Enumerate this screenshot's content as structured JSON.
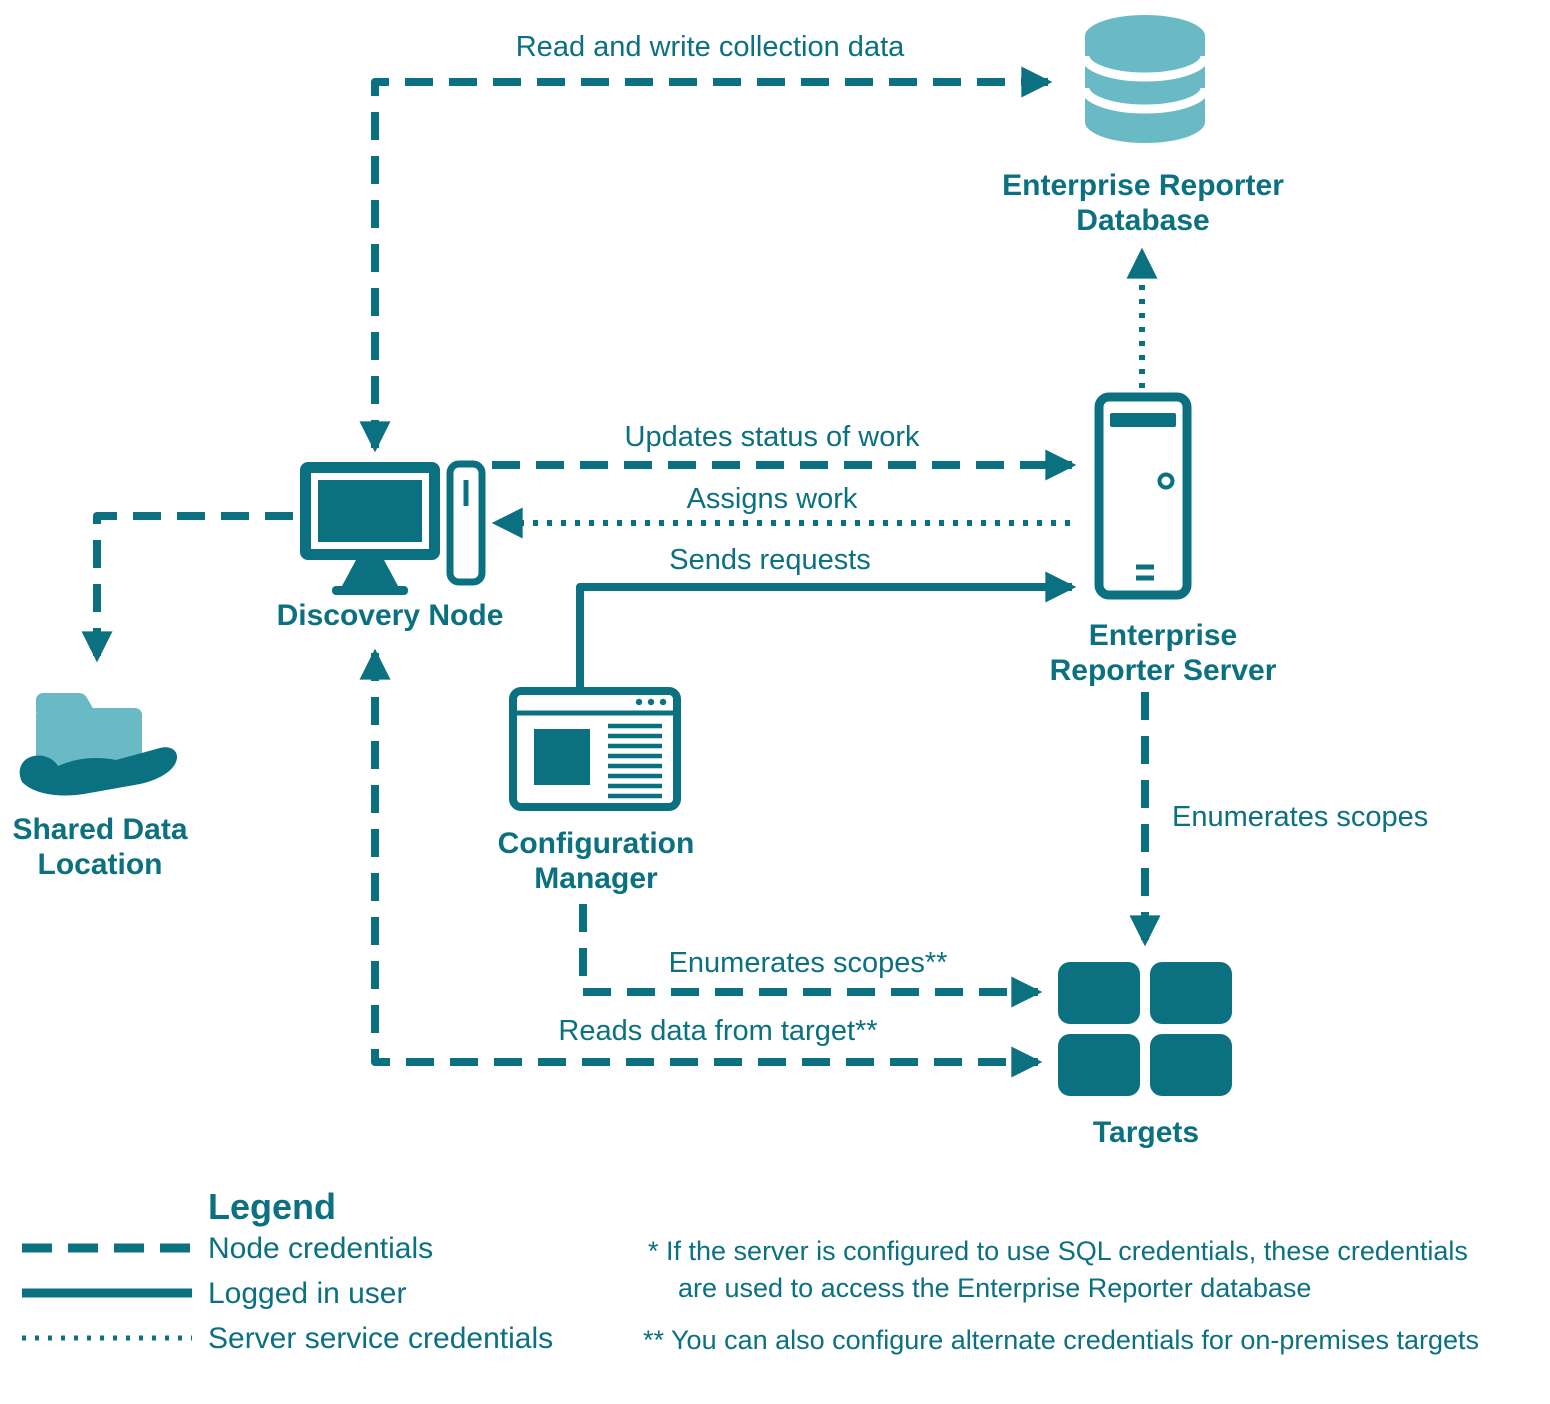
{
  "colors": {
    "primary": "#0b7080",
    "light": "#69bac4"
  },
  "nodes": {
    "database": {
      "line1": "Enterprise Reporter",
      "line2": "Database"
    },
    "discovery_node": {
      "label": "Discovery Node"
    },
    "server": {
      "line1": "Enterprise",
      "line2": "Reporter Server"
    },
    "config_manager": {
      "line1": "Configuration",
      "line2": "Manager"
    },
    "shared_data": {
      "line1": "Shared Data",
      "line2": "Location"
    },
    "targets": {
      "label": "Targets"
    }
  },
  "arrows": {
    "read_write": "Read and write collection data",
    "updates": "Updates status of work",
    "assigns": "Assigns work",
    "sends": "Sends requests",
    "enumerates_server": "Enumerates scopes",
    "enumerates_cm": "Enumerates scopes**",
    "reads_data": "Reads data from target**"
  },
  "legend": {
    "title": "Legend",
    "items": [
      {
        "style": "dashed",
        "label": "Node credentials"
      },
      {
        "style": "solid",
        "label": "Logged in user"
      },
      {
        "style": "dotted",
        "label": "Server service credentials"
      }
    ],
    "footnote1_line1": "* If the server is configured to use SQL credentials, these credentials",
    "footnote1_line2": "are used to access the Enterprise Reporter database",
    "footnote2": "** You can also configure alternate credentials for on-premises targets"
  }
}
